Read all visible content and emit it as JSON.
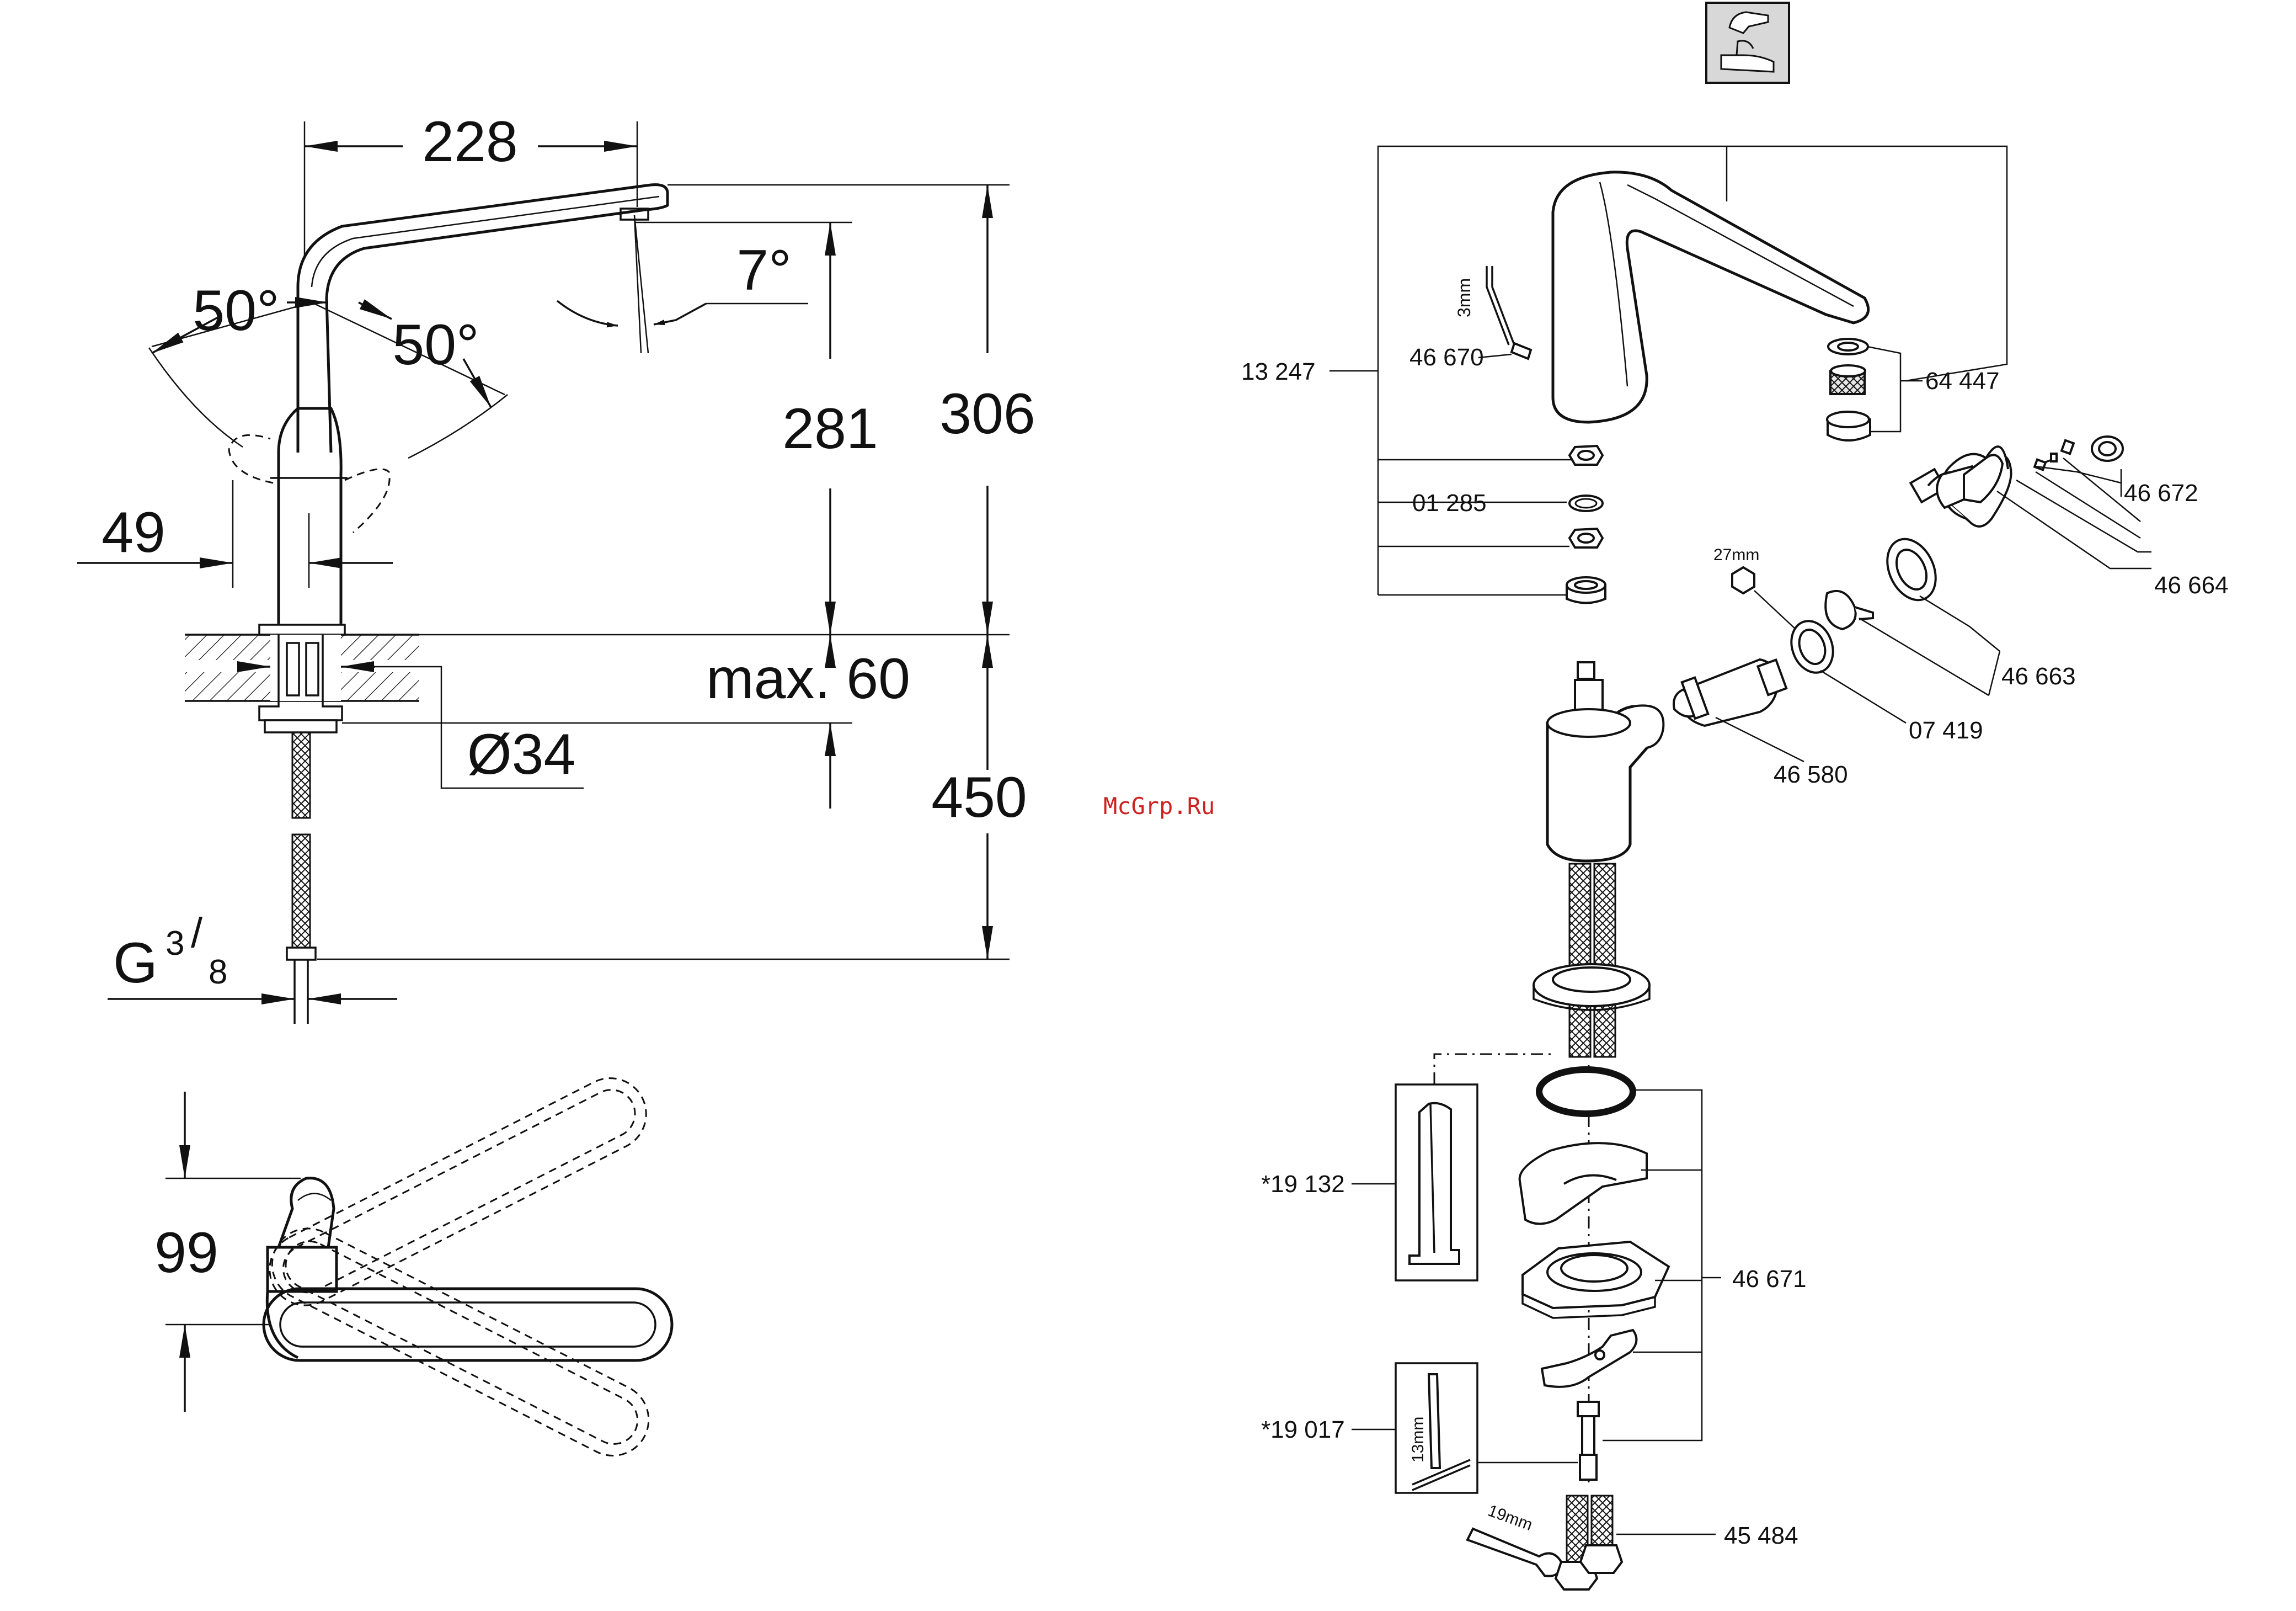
{
  "dimensions": {
    "spout_reach": "228",
    "swivel_left": "50°",
    "swivel_right": "50°",
    "spout_tilt": "7°",
    "outlet_height": "281",
    "total_height": "306",
    "handle_offset": "49",
    "deck_thickness": "max. 60",
    "hole_diameter": "Ø34",
    "hose_length": "450",
    "connection_thread": "G",
    "connection_num": "3",
    "connection_den": "8",
    "handle_top_height": "99"
  },
  "parts": {
    "p13247": "13 247",
    "p46670": "46 670",
    "p64447": "64 447",
    "p01285": "01 285",
    "p46672": "46 672",
    "p46664": "46 664",
    "p46663": "46 663",
    "p07419": "07 419",
    "p46580": "46 580",
    "p19132": "*19 132",
    "p46671": "46 671",
    "p19017": "*19 017",
    "p45484": "45 484"
  },
  "tools": {
    "allen_key": "3mm",
    "hex_wrench": "27mm",
    "spanner_13": "13mm",
    "spanner_19": "19mm"
  },
  "watermark": "McGrp.Ru",
  "colors": {
    "line": "#111111",
    "watermark": "#cc2222",
    "icon_bg": "#d8d8d8"
  }
}
